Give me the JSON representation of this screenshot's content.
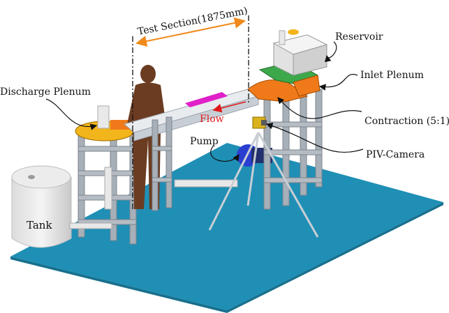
{
  "labels": {
    "test_section": "Test Section(1875mm)",
    "reservoir": "Reservoir",
    "inlet_plenum": "Inlet Plenum",
    "discharge_plenum": "Discharge Plenum",
    "contraction": "Contraction (5:1)",
    "flow": "Flow",
    "pump": "Pump",
    "piv_camera": "PIV-Camera",
    "tank": "Tank"
  },
  "colors": {
    "floor": "#1f8fb5",
    "frame": "#9aa3ad",
    "plenum_orange": "#f07a1a",
    "plenum_yellow": "#f2b51c",
    "test_window": "#e020c8",
    "flow_arrow": "#e01a1a",
    "dimension_arrow": "#f08a1a",
    "pump": "#2a3fd0",
    "mannequin": "#6b3c22"
  }
}
